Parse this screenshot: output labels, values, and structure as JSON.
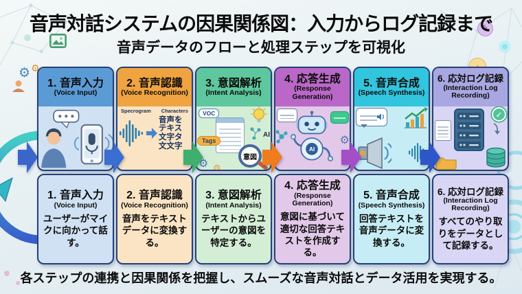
{
  "title": "音声対話システムの因果関係図：入力からログ記録まで",
  "subtitle": "音声データのフローと処理ステップを可視化",
  "footer": "各ステップの連携と因果関係を把握し、スムーズな音声対話とデータ活用を実現する。",
  "steps": [
    {
      "title": "1. 音声入力",
      "en": "(Voice Input)",
      "desc": "ユーザーがマイクに向かって話す。",
      "header_color": "#5b9bd5",
      "body_color": "#cfe1f2"
    },
    {
      "title": "2. 音声認識",
      "en": "(Voice Recognition)",
      "desc": "音声をテキストデータに変換する。",
      "header_color": "#f0a441",
      "body_color": "#fae4c4"
    },
    {
      "title": "3. 意図解析",
      "en": "(Intent Analysis)",
      "desc": "テキストからユーザーの意図を特定する。",
      "header_color": "#5ec79e",
      "body_color": "#d4eed6"
    },
    {
      "title": "4. 応答生成",
      "en": "(Response Generation)",
      "desc": "意図に基づいて適切な回答テキストを作成する。",
      "header_color": "#ba68c8",
      "body_color": "#e2c9e9"
    },
    {
      "title": "5. 音声合成",
      "en": "(Speech Synthesis)",
      "desc": "回答テキストを音声データに変換する。",
      "header_color": "#32c5de",
      "body_color": "#c6edf5"
    },
    {
      "title": "6. 応対ログ記録",
      "en": "(Interaction Log Recording)",
      "desc": "すべてのやり取りをデータとして記録する。",
      "header_color": "#a9a7e2",
      "body_color": "#d8d6f4"
    }
  ],
  "colors": {
    "arrows": [
      "#3a6fd1",
      "#3faf6e",
      "#f07c1e",
      "#a24fc8",
      "#2e56c8"
    ],
    "entry_arrow": "#3a66cc",
    "border": "#24407a"
  },
  "illustrations": {
    "step1": {
      "bubble_dots": "•••"
    },
    "step2": {
      "label_left": "Specrogram",
      "label_right": "Characters",
      "output_text": "音声を\nテキス\n文字タ\n文文字"
    },
    "step3": {
      "voc": "VOC",
      "tags": "Tags",
      "magnifier": "意図",
      "ai": "AI"
    },
    "step4": {
      "ai_badge": "AI"
    }
  },
  "icons": {
    "gear": "⚙",
    "check": "✓",
    "pencil": "✎",
    "music": "♪"
  }
}
